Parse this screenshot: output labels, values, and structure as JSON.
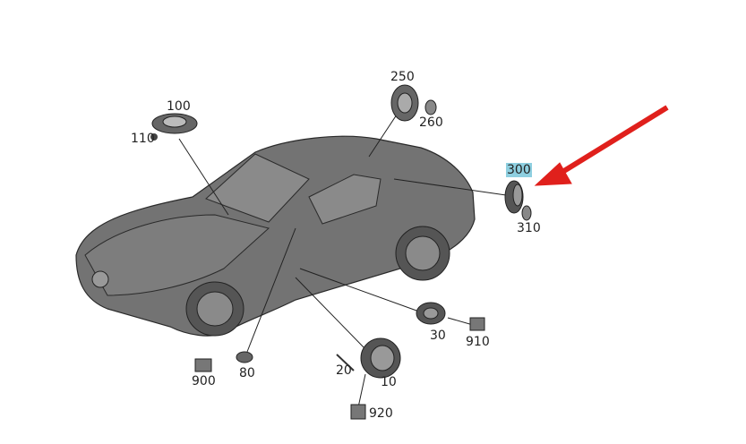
{
  "diagram": {
    "labels": {
      "p100": "100",
      "p110": "110",
      "p250": "250",
      "p260": "260",
      "p300": "300",
      "p310": "310",
      "p30": "30",
      "p910": "910",
      "p900": "900",
      "p80": "80",
      "p20": "20",
      "p10": "10",
      "p920": "920"
    },
    "highlighted_part": "300",
    "colors": {
      "highlight": "#8ecfe0",
      "arrow": "#e0201c",
      "car": "#6e6e6e"
    }
  }
}
